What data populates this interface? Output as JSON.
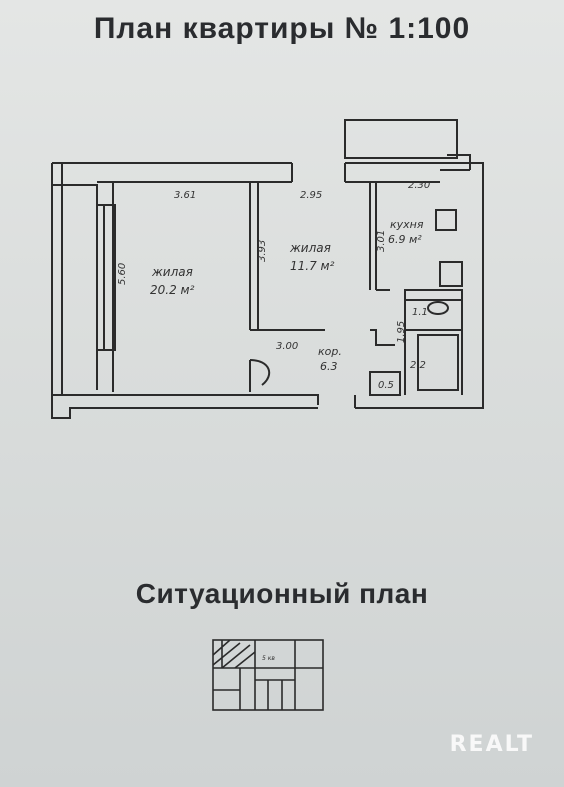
{
  "header": {
    "title": "План квартиры № 1:100"
  },
  "rooms": {
    "living1": {
      "name": "жилая",
      "area": "20.2 м²"
    },
    "living2": {
      "name": "жилая",
      "area": "11.7 м²"
    },
    "kitchen": {
      "name": "кухня",
      "area": "6.9 м²"
    },
    "corridor": {
      "name": "кор.",
      "area": "6.3"
    },
    "wc": {
      "area": "1.1"
    },
    "bath": {
      "area": "2.2"
    },
    "storage": {
      "area": "0.5"
    }
  },
  "dimensions": {
    "d1": "3.61",
    "d2": "2.95",
    "d3": "2.30",
    "d4": "5.60",
    "d5": "3.93",
    "d6": "3.01",
    "d7": "3.00",
    "d8": "1.95"
  },
  "situation": {
    "title": "Ситуационный план",
    "label": "5 кв"
  },
  "watermark": {
    "text": "REALT"
  }
}
